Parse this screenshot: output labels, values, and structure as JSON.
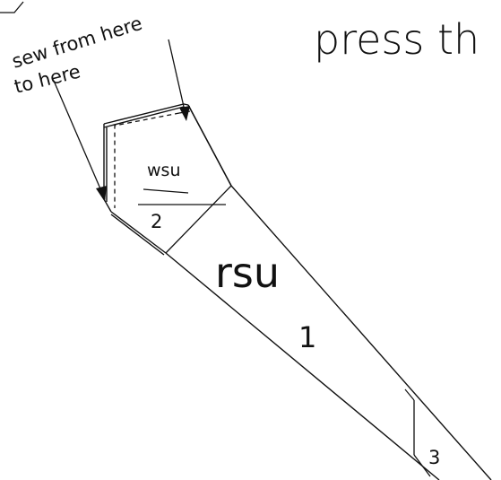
{
  "heading": "press th",
  "instruction": {
    "line1": "sew from here",
    "line2": "to here"
  },
  "pieces": {
    "piece1": {
      "side_label": "rsu",
      "number": "1"
    },
    "piece2": {
      "side_label": "wsu",
      "number": "2"
    },
    "piece3": {
      "number": "3"
    }
  },
  "colors": {
    "ink": "#111111",
    "background": "#ffffff"
  }
}
